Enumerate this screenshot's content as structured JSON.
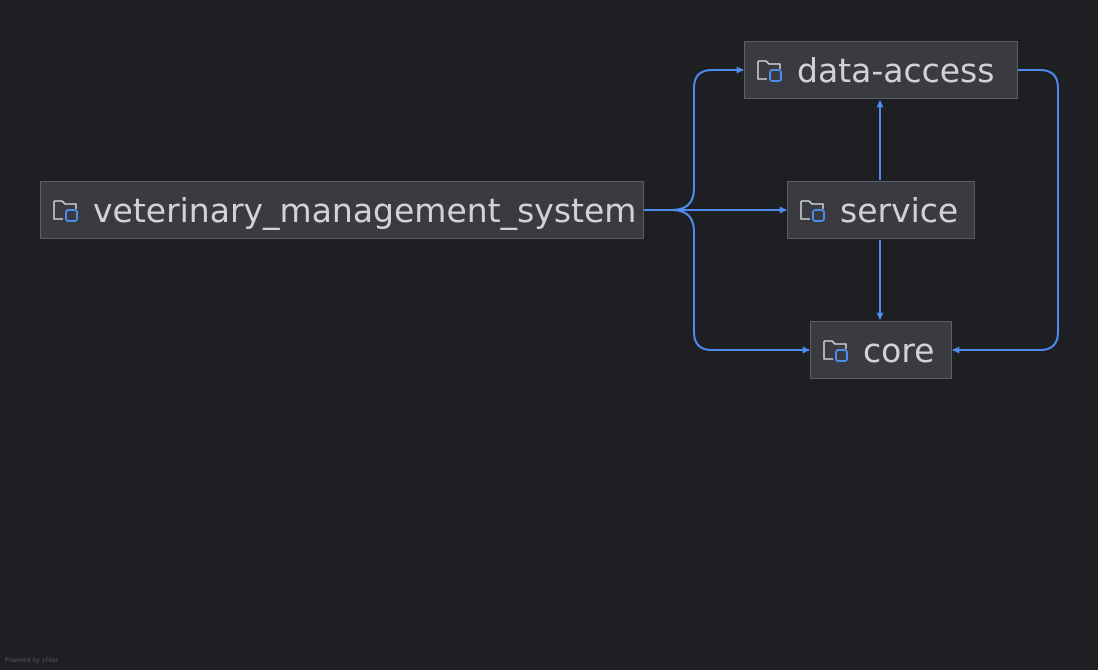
{
  "colors": {
    "background": "#1e1f22",
    "node_fill": "#393b40",
    "node_border": "#5a5d63",
    "node_text": "#d0d2d6",
    "edge": "#4d8df0"
  },
  "nodes": {
    "root": {
      "label": "veterinary_management_system",
      "icon": "module-folder-icon"
    },
    "data_access": {
      "label": "data-access",
      "icon": "module-folder-icon"
    },
    "service": {
      "label": "service",
      "icon": "module-folder-icon"
    },
    "core": {
      "label": "core",
      "icon": "module-folder-icon"
    }
  },
  "edges": [
    {
      "from": "veterinary_management_system",
      "to": "data-access"
    },
    {
      "from": "veterinary_management_system",
      "to": "service"
    },
    {
      "from": "veterinary_management_system",
      "to": "core"
    },
    {
      "from": "service",
      "to": "data-access"
    },
    {
      "from": "service",
      "to": "core"
    },
    {
      "from": "data-access",
      "to": "core"
    }
  ],
  "footer": {
    "text": "Powered by yFiles"
  }
}
